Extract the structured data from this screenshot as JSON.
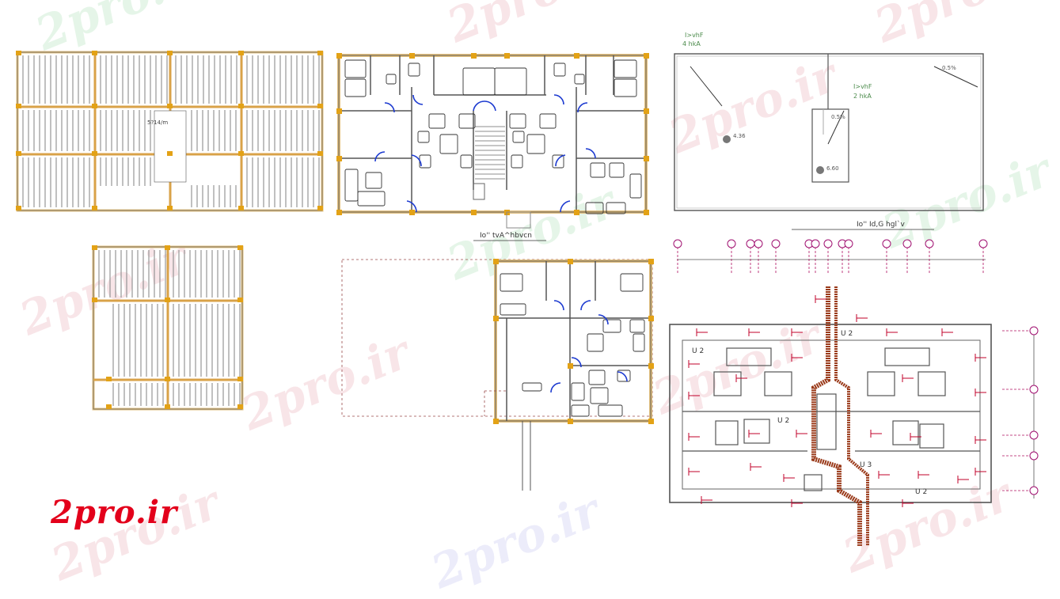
{
  "watermark": "2pro.ir",
  "logo": "2pro.ir",
  "labels": {
    "plan_title_1": "Io'' tvA^hbvcn",
    "plan_title_2": "Io'' Id,G hgl`v",
    "roof_1": "I>vhF",
    "roof_1_sub": "4   hkA",
    "roof_2": "I>vhF",
    "roof_2_sub": "2   hkA",
    "level_1": "4.36",
    "level_2": "6.60",
    "slope": "0.5%",
    "joist_label": "5?14/m",
    "foundation_u2": "U 2",
    "foundation_u3": "U 3"
  },
  "colors": {
    "wall": "#e2c080",
    "beam": "#d9a248",
    "joist": "#8c8c8c",
    "column": "#e3a216",
    "door": "#1c3ad0",
    "axis": "#b01060",
    "grid_bubble": "#a01070",
    "dim": "#c0002a",
    "footing": "#9a3a1a",
    "logo": "#e3001b"
  }
}
